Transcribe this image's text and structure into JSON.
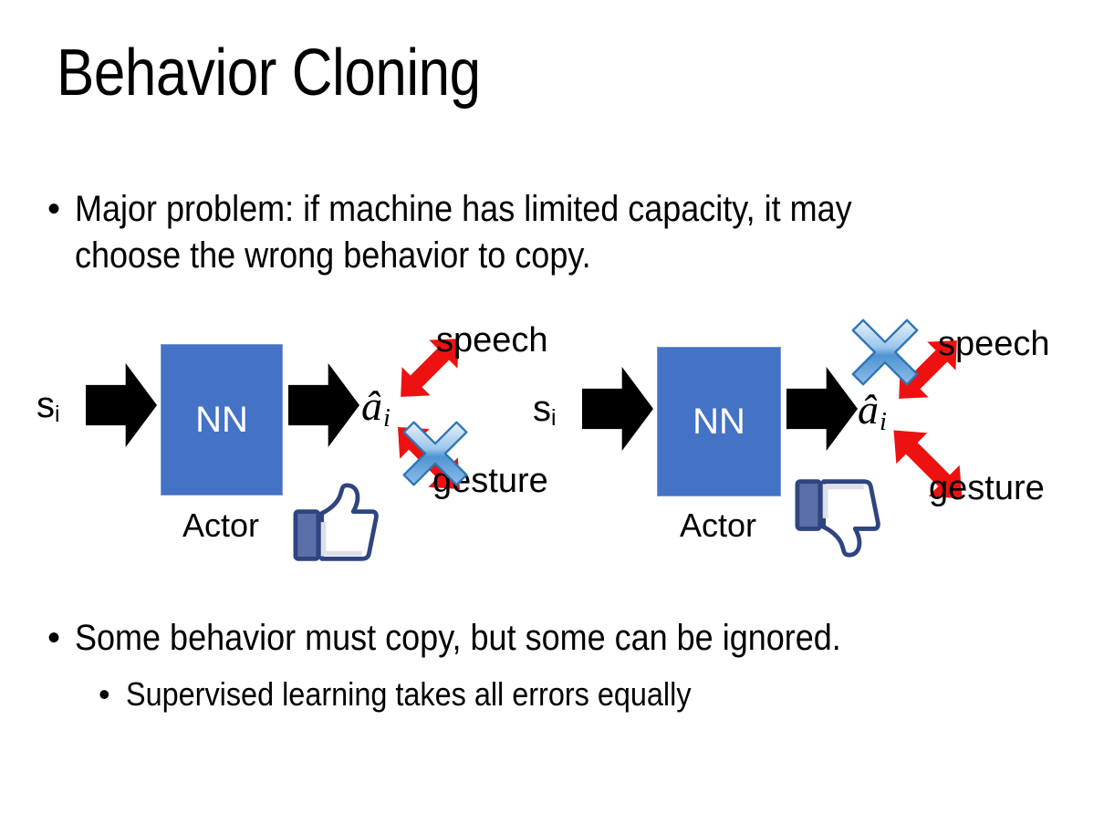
{
  "slide": {
    "title": "Behavior Cloning",
    "bullets": [
      {
        "marker": "•",
        "text": "Major problem: if machine has limited capacity, it may choose the wrong behavior to copy.",
        "level": 1
      },
      {
        "marker": "•",
        "text": "Some behavior must copy, but some can be ignored.",
        "level": 1
      },
      {
        "marker": "•",
        "text": "Supervised learning takes all errors equally",
        "level": 2
      }
    ]
  },
  "colors": {
    "nn_box_fill": "#4472C4",
    "nn_box_stroke": "#7A9AD6",
    "arrow_black": "#000000",
    "arrow_red": "#EE1111",
    "cross_blue_light": "#CFE2F7",
    "cross_blue_mid": "#5B9BD5",
    "cross_blue_dark": "#2E75B6",
    "thumb_outline": "#3B5998",
    "thumb_cuff": "#5B6FA8",
    "thumb_fill": "#FFFFFF",
    "text_black": "#000000",
    "background": "#FFFFFF"
  },
  "diagrams": [
    {
      "id": "left",
      "state_label": "s",
      "state_subscript": "i",
      "network_label": "NN",
      "network_caption": "Actor",
      "action_label": "â",
      "action_subscript": "i",
      "outputs": [
        {
          "name": "speech",
          "label": "speech",
          "crossed_out": false
        },
        {
          "name": "gesture",
          "label": "gesture",
          "crossed_out": true
        }
      ],
      "verdict_icon": "thumbs-up-icon",
      "verdict": "up"
    },
    {
      "id": "right",
      "state_label": "s",
      "state_subscript": "i",
      "network_label": "NN",
      "network_caption": "Actor",
      "action_label": "â",
      "action_subscript": "i",
      "outputs": [
        {
          "name": "speech",
          "label": "speech",
          "crossed_out": true
        },
        {
          "name": "gesture",
          "label": "gesture",
          "crossed_out": false
        }
      ],
      "verdict_icon": "thumbs-down-icon",
      "verdict": "down"
    }
  ]
}
